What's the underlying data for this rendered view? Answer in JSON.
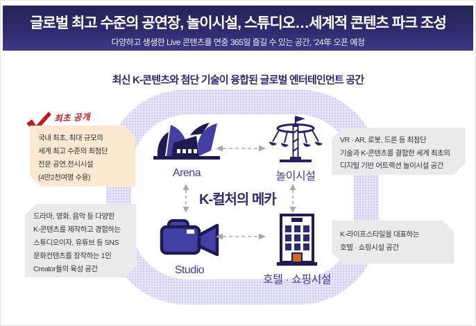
{
  "banner": {
    "title": "글로벌 최고 수준의 공연장, 놀이시설, 스튜디오…세계적 콘텐츠 파크 조성",
    "subtitle": "다양하고 생생한 Live 콘텐츠를 연중 365일 즐길 수 있는 공간, ‘24年 오픈 예정"
  },
  "diagram": {
    "title": "최신 K-콘텐츠와 첨단 기술이 융합된 글로벌 엔터테인먼트 공간",
    "center_label": "K-컬처의 메카",
    "nodes": [
      {
        "id": "arena",
        "label": "Arena"
      },
      {
        "id": "ride",
        "label": "놀이시설"
      },
      {
        "id": "studio",
        "label": "Studio"
      },
      {
        "id": "hotel",
        "label": "호텔 · 쇼핑시설"
      }
    ]
  },
  "callouts": {
    "first_reveal": "최초 공개",
    "arena_box": {
      "lines": [
        "국내 최초, 최대 규모의",
        "세계 최고 수준의 최첨단",
        "전문 공연,전시시설",
        "(4만2천여명 수용)"
      ]
    },
    "ride_box": {
      "lines": [
        "VR · AR, 로봇, 드론 등 최첨단",
        "기술과 K-콘텐츠를 결합한 세계 최초의",
        "디지털 기반 어트랙션 놀이시설 공간"
      ]
    },
    "studio_box": {
      "lines": [
        "드라마, 영화, 음악 등 다양한",
        "K-콘텐츠를 제작하고 경험하는",
        "스튜디오이자, 유튜브 등 SNS",
        "문화컨텐츠를 창작하는 1인",
        "Creator들의 육성 공간"
      ]
    },
    "hotel_box": {
      "lines": [
        "K-라이프스타일을 대표하는",
        "호텔 · 쇼핑시설 공간"
      ]
    }
  },
  "colors": {
    "banner_navy": "#2e2b6d",
    "title_navy": "#2b2a72",
    "icon_dark_navy": "#1e1b52",
    "icon_purple": "#4340a5",
    "label_purple": "#3b3b9e",
    "ring_lavender": "#e6e4f8",
    "callout_peach": "#fbe8d1",
    "callout_gray": "#eaeaea",
    "stamp_red": "#c2191c",
    "arrow_gray": "#a9a9a9",
    "door_orange": "#cf6820"
  }
}
